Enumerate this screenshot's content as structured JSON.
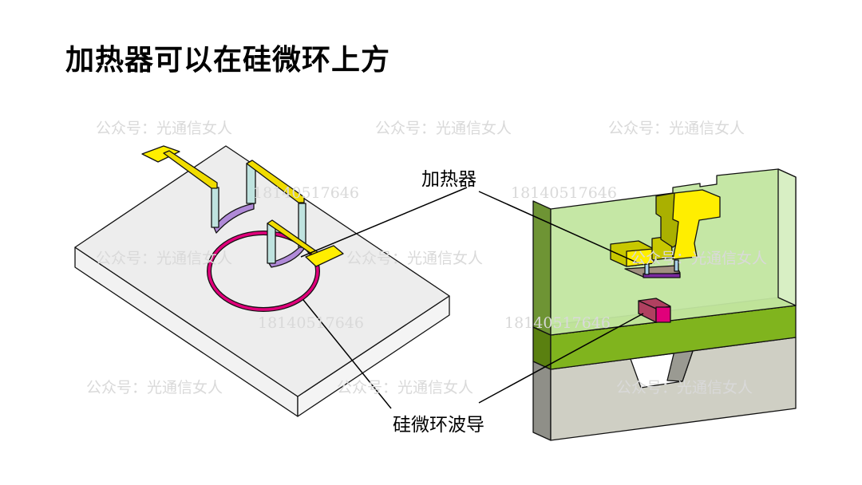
{
  "title": "加热器可以在硅微环上方",
  "labels": {
    "heater": "加热器",
    "ring_waveguide": "硅微环波导"
  },
  "watermark": {
    "account": "公众号：光通信女人",
    "phone": "18140517646"
  },
  "colors": {
    "heater": "#ffee00",
    "ring": "#e0007a",
    "cladding": "#c2e6a0",
    "silicon_layer": "#80b41e",
    "substrate": "#cfcfc4",
    "via": "#bfe3df",
    "metal": "#b08ad8"
  }
}
